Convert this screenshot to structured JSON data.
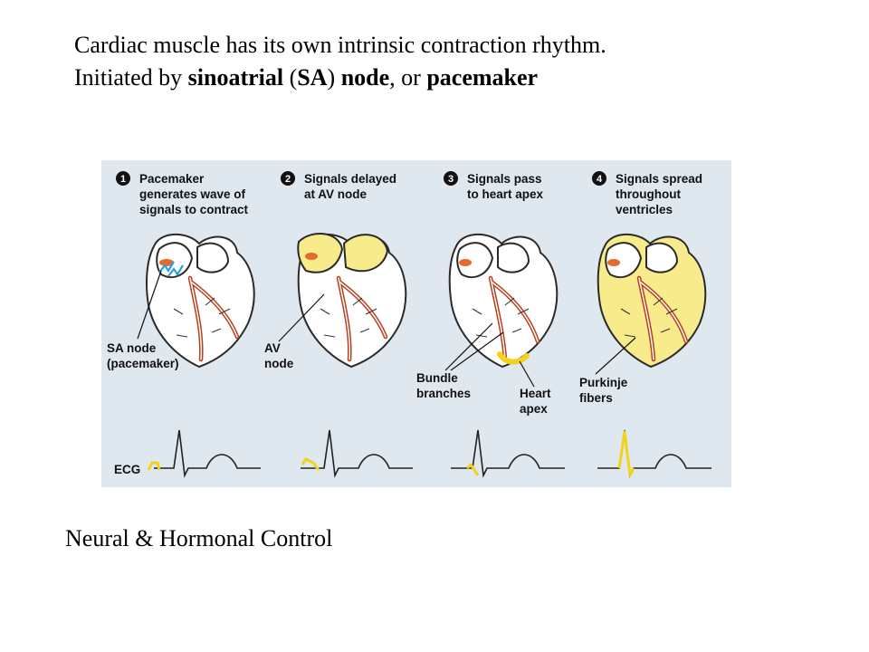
{
  "headline": {
    "line1": "Cardiac muscle  has its own intrinsic contraction rhythm.",
    "line2_prefix": "Initiated by  ",
    "term1": "sinoatrial",
    "line2_mid1": " (",
    "term_abbr": "SA",
    "line2_mid2": ") ",
    "term2": "node",
    "line2_mid3": ", or ",
    "term3": "pacemaker"
  },
  "figure": {
    "background_color": "#dfe7ef",
    "highlight_color": "#f7eb8c",
    "steps": [
      {
        "number": "1",
        "title_lines": [
          "Pacemaker",
          "generates wave of",
          "signals to contract"
        ]
      },
      {
        "number": "2",
        "title_lines": [
          "Signals delayed",
          "at AV node"
        ]
      },
      {
        "number": "3",
        "title_lines": [
          "Signals pass",
          "to heart apex"
        ]
      },
      {
        "number": "4",
        "title_lines": [
          "Signals spread",
          "throughout",
          "ventricles"
        ]
      }
    ],
    "labels": {
      "sa_node": [
        "SA node",
        "(pacemaker)"
      ],
      "av_node": [
        "AV",
        "node"
      ],
      "bundle_branches": [
        "Bundle",
        "branches"
      ],
      "heart_apex": [
        "Heart",
        "apex"
      ],
      "purkinje": [
        "Purkinje",
        "fibers"
      ],
      "ecg": "ECG"
    }
  },
  "footer": {
    "text": "Neural & Hormonal Control"
  }
}
